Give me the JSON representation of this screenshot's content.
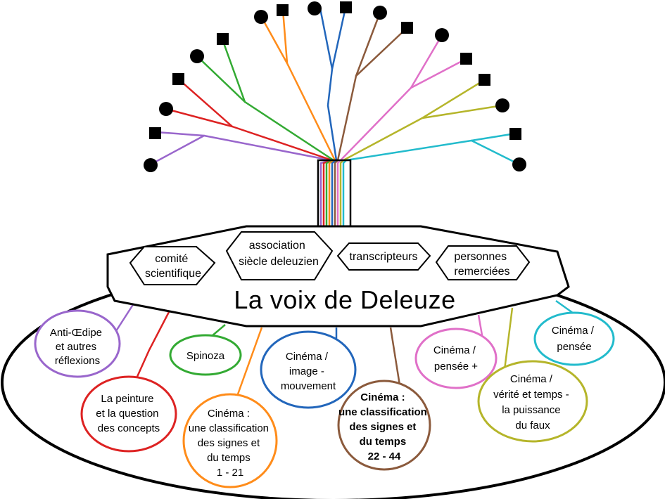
{
  "title": "La voix de Deleuze",
  "header_items": [
    {
      "id": "comite",
      "lines": [
        "comité",
        "scientifique"
      ]
    },
    {
      "id": "association",
      "lines": [
        "association",
        "siècle deleuzien"
      ]
    },
    {
      "id": "transcripteurs",
      "lines": [
        "transcripteurs"
      ]
    },
    {
      "id": "remercies",
      "lines": [
        "personnes",
        "remerciées"
      ]
    }
  ],
  "courses": [
    {
      "id": "anti-oedipe",
      "lines": [
        "Anti-Œdipe",
        "et autres",
        "réflexions"
      ],
      "color": "#9966cc",
      "bold": false
    },
    {
      "id": "peinture",
      "lines": [
        "La peinture",
        "et la question",
        "des concepts"
      ],
      "color": "#dd2222",
      "bold": false
    },
    {
      "id": "spinoza",
      "lines": [
        "Spinoza"
      ],
      "color": "#33aa33",
      "bold": false
    },
    {
      "id": "cinema-1-21",
      "lines": [
        "Cinéma :",
        "une classification",
        "des signes et",
        "du temps",
        "1 - 21"
      ],
      "color": "#ff8c1a",
      "bold": false
    },
    {
      "id": "image-mouvement",
      "lines": [
        "Cinéma /",
        "image -",
        "mouvement"
      ],
      "color": "#2266bb",
      "bold": false
    },
    {
      "id": "cinema-22-44",
      "lines": [
        "Cinéma :",
        "une classification",
        "des signes et",
        "du temps",
        "22 - 44"
      ],
      "color": "#8b5a3c",
      "bold": true
    },
    {
      "id": "pensee-plus",
      "lines": [
        "Cinéma /",
        "pensée +"
      ],
      "color": "#e070c8",
      "bold": false
    },
    {
      "id": "verite-temps",
      "lines": [
        "Cinéma /",
        "vérité et temps -",
        "la puissance",
        "du faux"
      ],
      "color": "#b5b52a",
      "bold": false
    },
    {
      "id": "cinema-pensee",
      "lines": [
        "Cinéma /",
        "pensée"
      ],
      "color": "#22bbcc",
      "bold": false
    }
  ]
}
